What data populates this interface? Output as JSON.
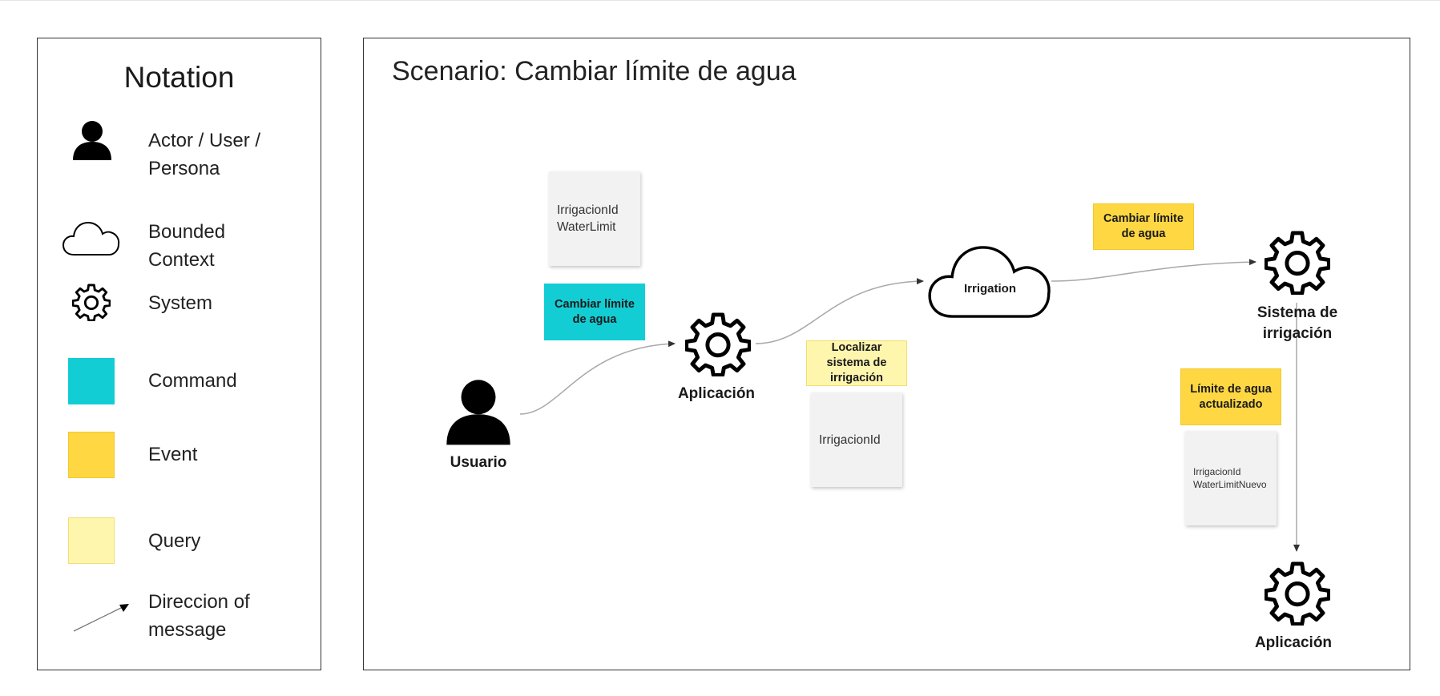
{
  "legend": {
    "title": "Notation",
    "items": [
      {
        "label_line1": "Actor / User /",
        "label_line2": "Persona",
        "icon": "person-icon"
      },
      {
        "label_line1": "Bounded",
        "label_line2": "Context",
        "icon": "cloud-icon"
      },
      {
        "label_line1": "System",
        "label_line2": "",
        "icon": "gear-icon"
      },
      {
        "label_line1": "Command",
        "label_line2": "",
        "color": "#12cdd4"
      },
      {
        "label_line1": "Event",
        "label_line2": "",
        "color": "#fed743"
      },
      {
        "label_line1": "Query",
        "label_line2": "",
        "color": "#fff6ae"
      },
      {
        "label_line1": "Direccion of",
        "label_line2": "message",
        "icon": "arrow-icon"
      }
    ]
  },
  "scenario": {
    "title": "Scenario: Cambiar límite de agua",
    "actor": {
      "label": "Usuario"
    },
    "command": {
      "label": "Cambiar límite de agua"
    },
    "command_data": {
      "line1": "IrrigacionId",
      "line2": "WaterLimit"
    },
    "system_app": {
      "label": "Aplicación"
    },
    "query": {
      "label": "Localizar sistema de irrigación"
    },
    "query_data": {
      "line1": "IrrigacionId"
    },
    "bounded_context": {
      "label": "Irrigation"
    },
    "event_change": {
      "label": "Cambiar límite de agua"
    },
    "system_irrigation": {
      "label": "Sistema de irrigación"
    },
    "event_updated": {
      "label": "Límite de agua actualizado"
    },
    "event_updated_data": {
      "line1": "IrrigacionId",
      "line2": "WaterLimitNuevo"
    },
    "system_app_2": {
      "label": "Aplicación"
    }
  },
  "colors": {
    "command": "#12cdd4",
    "event": "#fed743",
    "query": "#fff6ae",
    "arrow": "#a8a8a8"
  }
}
